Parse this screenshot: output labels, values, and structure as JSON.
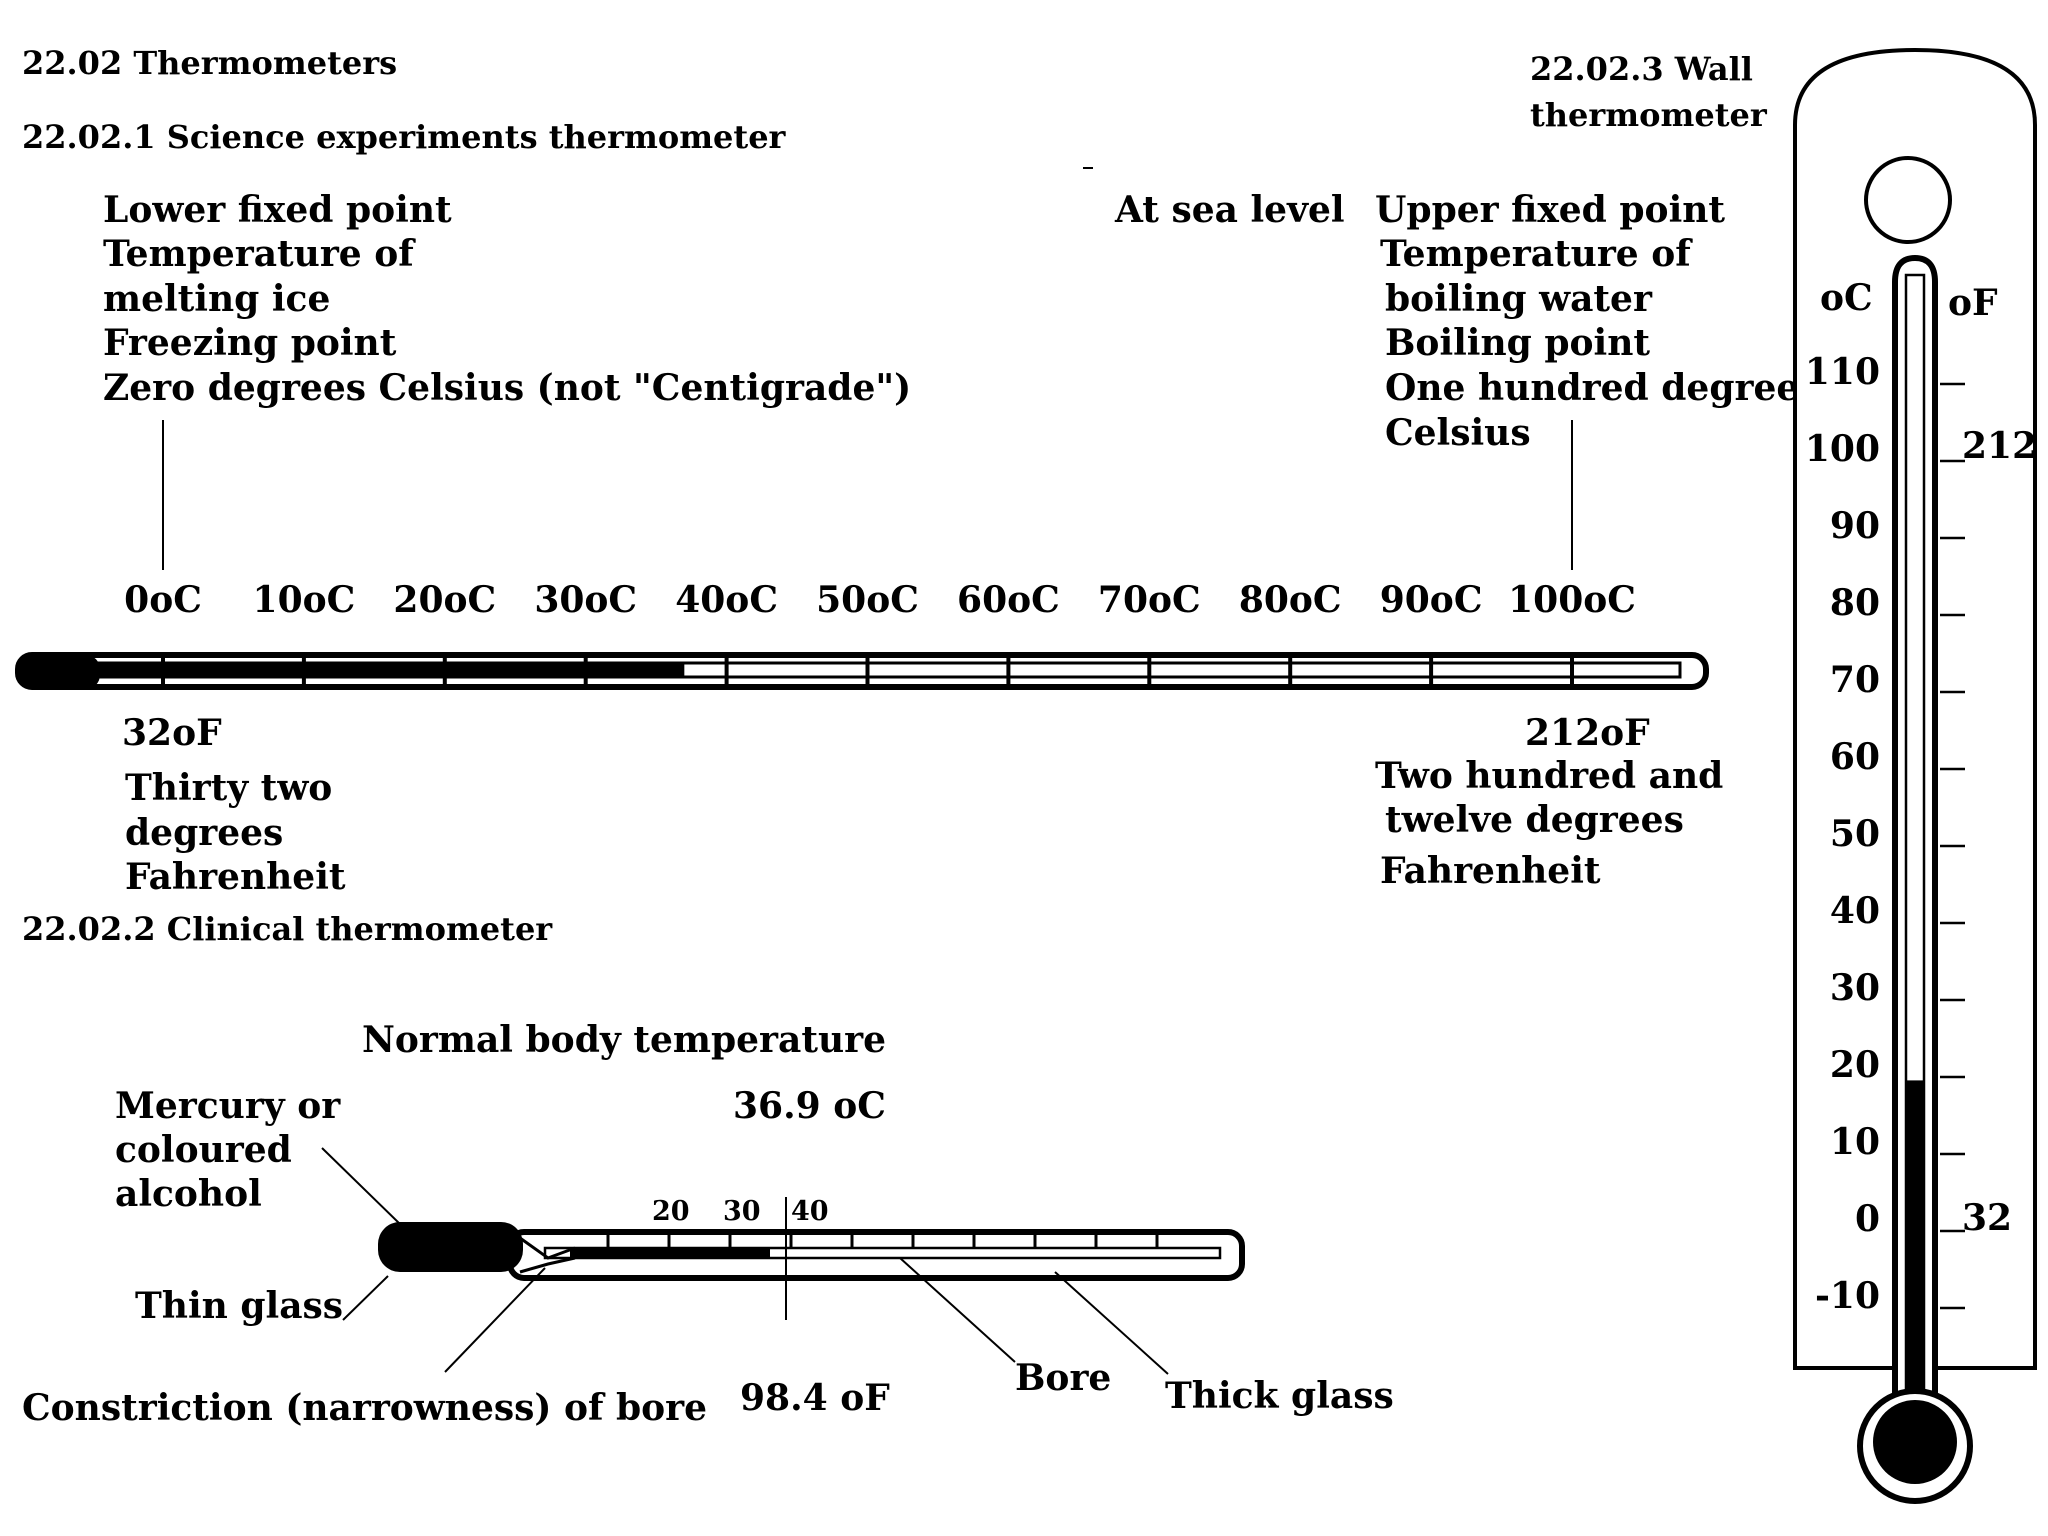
{
  "headings": {
    "main": "22.02 Thermometers",
    "science": "22.02.1 Science experiments thermometer",
    "clinical": "22.02.2 Clinical thermometer",
    "wall": [
      "22.02.3 Wall",
      "thermometer"
    ]
  },
  "science": {
    "lower_fixed": [
      "Lower fixed point",
      "Temperature of",
      "melting ice",
      "Freezing point",
      "Zero degrees Celsius (not \"Centigrade\")"
    ],
    "sea_level": "At sea level",
    "upper_fixed": [
      "Upper fixed point",
      "Temperature of",
      "boiling water",
      "Boiling point",
      "One hundred degrees",
      "Celsius"
    ],
    "scale_values": [
      0,
      10,
      20,
      30,
      40,
      50,
      60,
      70,
      80,
      90,
      100
    ],
    "scale_unit": "oC",
    "f_low": "32oF",
    "f_low_words": [
      "Thirty two",
      "degrees",
      "Fahrenheit"
    ],
    "f_high": "212oF",
    "f_high_words": [
      "Two hundred and",
      "twelve degrees",
      "Fahrenheit"
    ],
    "liquid_level_c": 37
  },
  "clinical": {
    "normal_body": "Normal body temperature",
    "c_value": "36.9 oC",
    "f_value": "98.4 oF",
    "scale": [
      "20",
      "30",
      "40"
    ],
    "labels": {
      "mercury": [
        "Mercury or",
        "coloured",
        "alcohol"
      ],
      "thin_glass": "Thin glass",
      "constriction": "Constriction (narrowness) of bore",
      "bore": "Bore",
      "thick_glass": "Thick glass"
    }
  },
  "wall": {
    "c_unit": "oC",
    "f_unit": "oF",
    "c_values": [
      "110",
      "100",
      "90",
      "80",
      "70",
      "60",
      "50",
      "40",
      "30",
      "20",
      "10",
      "0",
      "-10"
    ],
    "f_labels": [
      "212",
      "32"
    ],
    "liquid_level_c": 18
  }
}
